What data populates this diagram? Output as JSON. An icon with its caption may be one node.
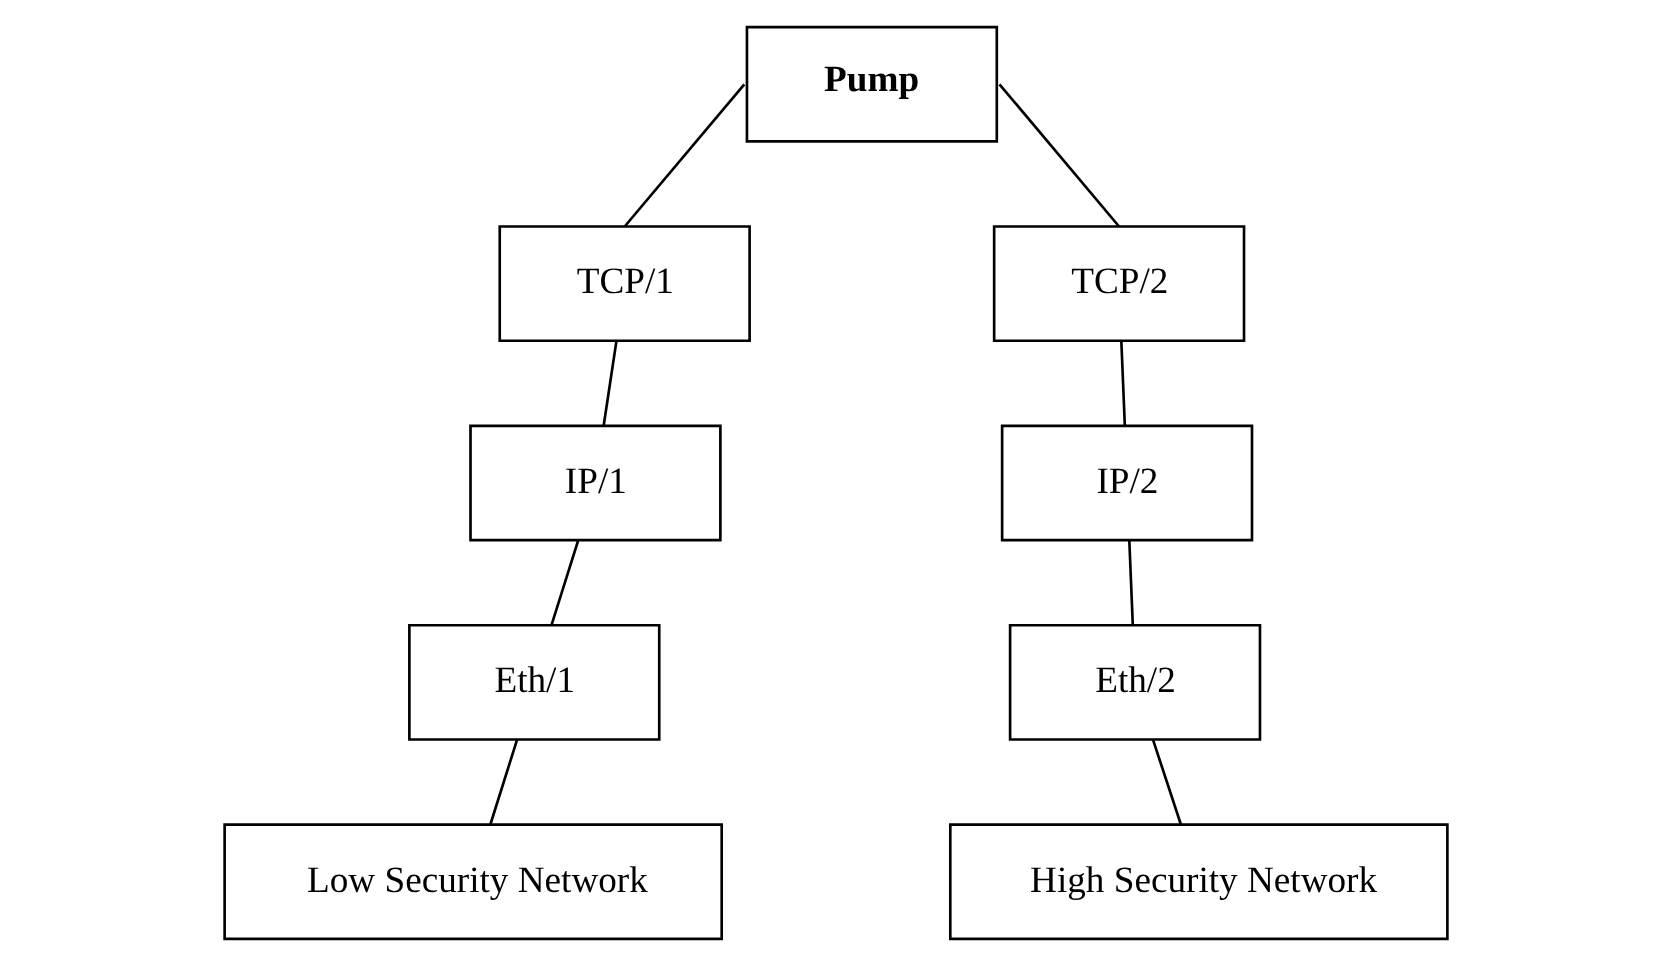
{
  "diagram": {
    "nodes": [
      {
        "text": [
          "Pump"
        ]
      },
      {
        "text": [
          "TCP/1"
        ]
      },
      {
        "text": [
          "IP/1"
        ]
      },
      {
        "text": [
          "Eth/1"
        ]
      },
      {
        "text": [
          "Low Security Network"
        ]
      },
      {
        "text": [
          "TCP/2"
        ]
      },
      {
        "text": [
          "IP/2"
        ]
      },
      {
        "text": [
          "Eth/2"
        ]
      },
      {
        "text": [
          "High Security Network"
        ]
      }
    ],
    "edges": [
      {
        "from": 0,
        "to": 1,
        "arrow": "none"
      },
      {
        "from": 1,
        "to": 2,
        "arrow": "none"
      },
      {
        "from": 2,
        "to": 3,
        "arrow": "none"
      },
      {
        "from": 3,
        "to": 4,
        "arrow": "none"
      },
      {
        "from": 0,
        "to": 5,
        "arrow": "none"
      },
      {
        "from": 5,
        "to": 6,
        "arrow": "none"
      },
      {
        "from": 6,
        "to": 7,
        "arrow": "none"
      },
      {
        "from": 7,
        "to": 8,
        "arrow": "none"
      }
    ]
  }
}
